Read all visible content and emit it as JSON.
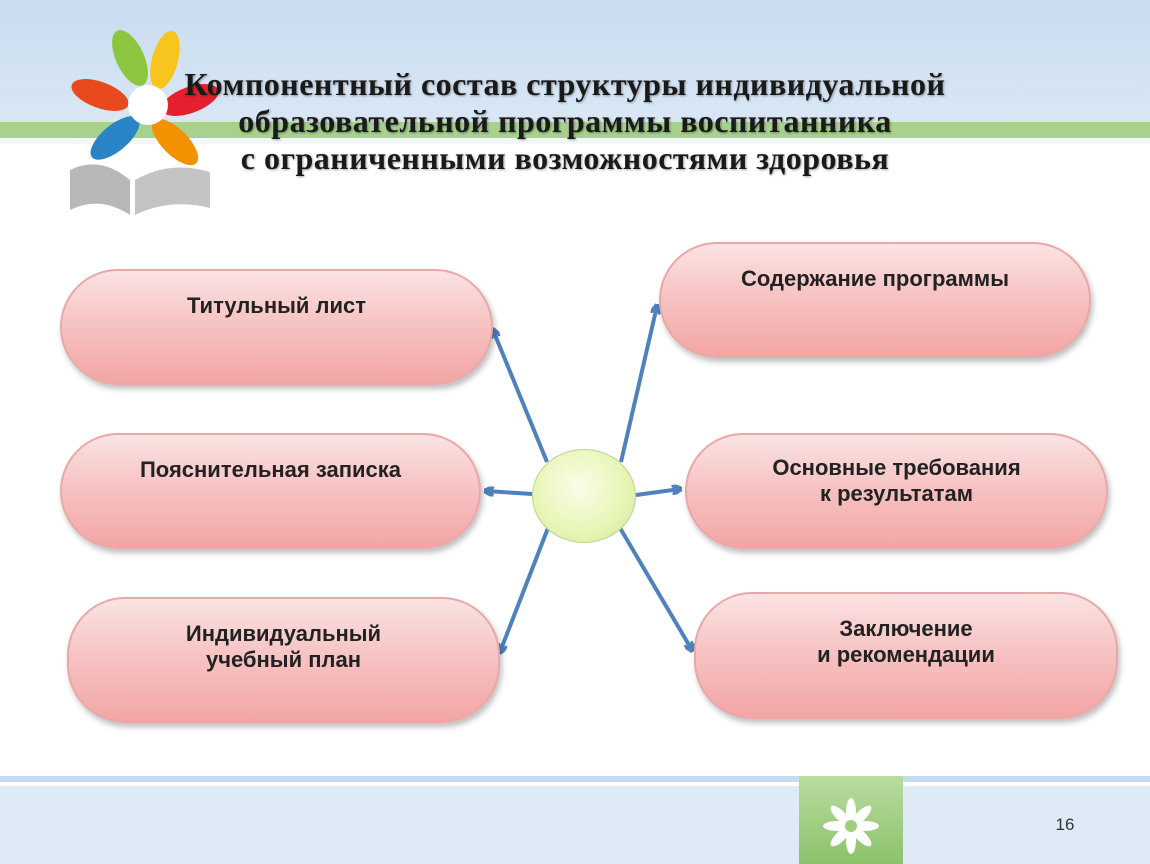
{
  "title": {
    "line1": "Компонентный состав структуры индивидуальной",
    "line2": "образовательной программы воспитанника",
    "line3": "с ограниченными возможностями здоровья"
  },
  "nodes": {
    "title_page": "Титульный лист",
    "explanatory_note": "Пояснительная записка",
    "individual_plan": "Индивидуальный\nучебный план",
    "program_content": "Содержание программы",
    "requirements": "Основные требования\nк результатам",
    "conclusion": "Заключение\nи рекомендации"
  },
  "page_number": "16",
  "colors": {
    "node_fill": "#f7c4c4",
    "hub_fill": "#e6f5b5",
    "arrow": "#4f81bd",
    "header_band": "#c9dcf0",
    "green_stripe": "#a9d18e"
  }
}
